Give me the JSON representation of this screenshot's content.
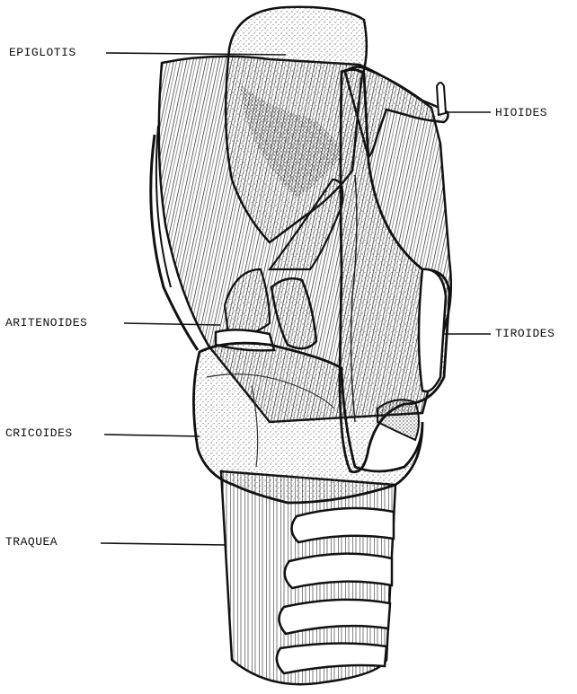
{
  "labels": {
    "epiglotis": "EPIGLOTIS",
    "hioides": "HIOIDES",
    "aritenoides": "ARITENOIDES",
    "tiroides": "TIROIDES",
    "cricoides": "CRICOIDES",
    "traquea": "TRAQUEA"
  },
  "colors": {
    "ink": "#111111",
    "paper": "#ffffff",
    "shade": "#3a3a3a"
  }
}
